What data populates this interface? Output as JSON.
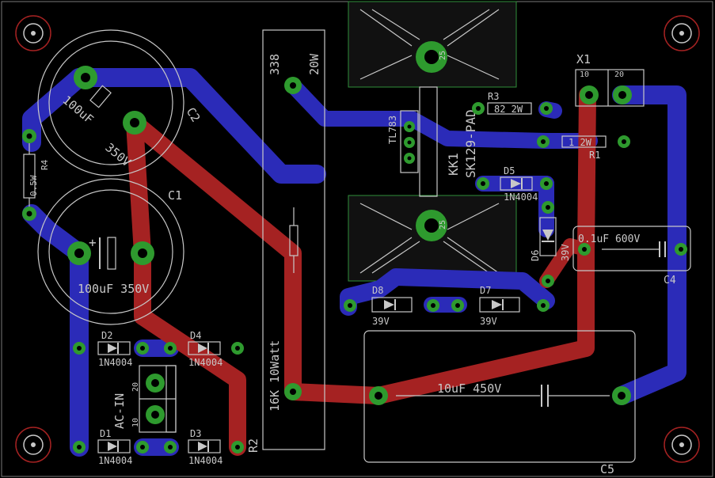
{
  "colors": {
    "background": "#000000",
    "bottom_copper": "#2b2bb8",
    "top_copper": "#a52222",
    "pad": "#2e9a2e",
    "silkscreen": "#c8c8c8",
    "outline": "#7a7a7a",
    "heatsink_hatch": "#2f8f3a"
  },
  "labels": {
    "c2_name": "C2",
    "c2_value_a": "100uF",
    "c2_value_b": "350V",
    "c1_name": "C1",
    "c1_value": "100uF 350V",
    "r4_name": "R4",
    "r4_value": "0.5W",
    "r2_rating_a": "338",
    "r2_rating_b": "20W",
    "r2_value": "16K 10Watt",
    "r2_name": "R2",
    "ic_name": "TL783",
    "ic_pins": [
      "1",
      "2",
      "3"
    ],
    "kk1_name": "KK1",
    "kk1_type": "SK129-PAD",
    "hs_mark": "25",
    "r3_name": "R3",
    "r3_value": "82 2W",
    "r1_name": "R1",
    "r1_value": "1 2W",
    "x1_name": "X1",
    "x1_pin1": "10",
    "x1_pin2": "20",
    "c4_value": "0.1uF 600V",
    "c4_name": "C4",
    "d5_name": "D5",
    "d5_value": "1N4004",
    "d6_name": "D6",
    "d6_value": "39V",
    "d7_name": "D7",
    "d7_value": "39V",
    "d8_name": "D8",
    "d8_value": "39V",
    "c5_value": "10uF 450V",
    "c5_name": "C5",
    "d1_name": "D1",
    "d2_name": "D2",
    "d3_name": "D3",
    "d4_name": "D4",
    "bridge_value": "1N4004",
    "acin_name": "AC-IN",
    "acin_pin1": "10",
    "acin_pin2": "20"
  }
}
